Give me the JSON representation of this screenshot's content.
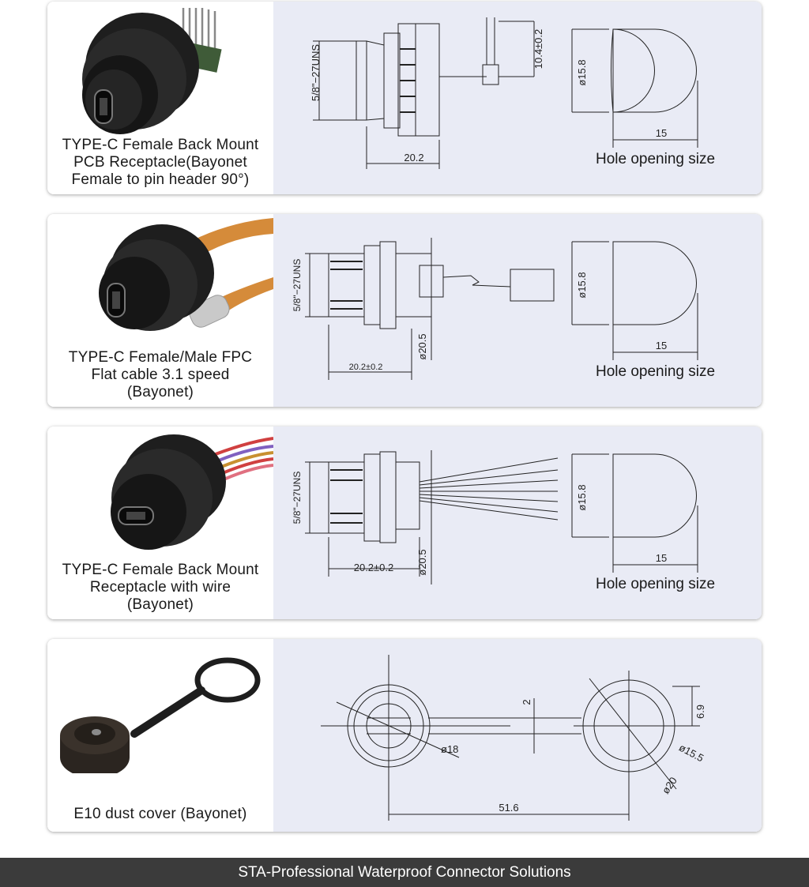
{
  "items": [
    {
      "caption_lines": [
        "TYPE-C Female Back Mount",
        "PCB Receptacle(Bayonet",
        "Female to pin header 90°)"
      ],
      "dims": {
        "thread": "5/8\"−27UNS",
        "length": "20.2",
        "pin": "10.4±0.2",
        "hole_dia": "ø15.8",
        "hole_flat": "15"
      },
      "hole_label": "Hole opening size"
    },
    {
      "caption_lines": [
        "TYPE-C Female/Male FPC",
        "Flat cable 3.1 speed",
        "(Bayonet)"
      ],
      "dims": {
        "thread": "5/8\"−27UNS",
        "length": "20.2±0.2",
        "flange": "ø20.5",
        "hole_dia": "ø15.8",
        "hole_flat": "15"
      },
      "hole_label": "Hole opening size"
    },
    {
      "caption_lines": [
        "TYPE-C Female Back Mount",
        "Receptacle with wire",
        "(Bayonet)"
      ],
      "dims": {
        "thread": "5/8\"−27UNS",
        "length": "20.2±0.2",
        "flange": "ø20.5",
        "hole_dia": "ø15.8",
        "hole_flat": "15"
      },
      "hole_label": "Hole opening size"
    },
    {
      "caption_lines": [
        "E10 dust cover (Bayonet)"
      ],
      "dims": {
        "cap_dia": "ø18",
        "gap": "2",
        "ring_h": "6.9",
        "ring_inner": "ø15.5",
        "ring_outer": "ø20",
        "length": "51.6"
      }
    }
  ],
  "footer": "STA-Professional Waterproof Connector Solutions",
  "colors": {
    "panel": "#e9ebf5",
    "footer_bg": "#3b3b3b",
    "line": "#222222",
    "connector": "#1e1e1e"
  }
}
